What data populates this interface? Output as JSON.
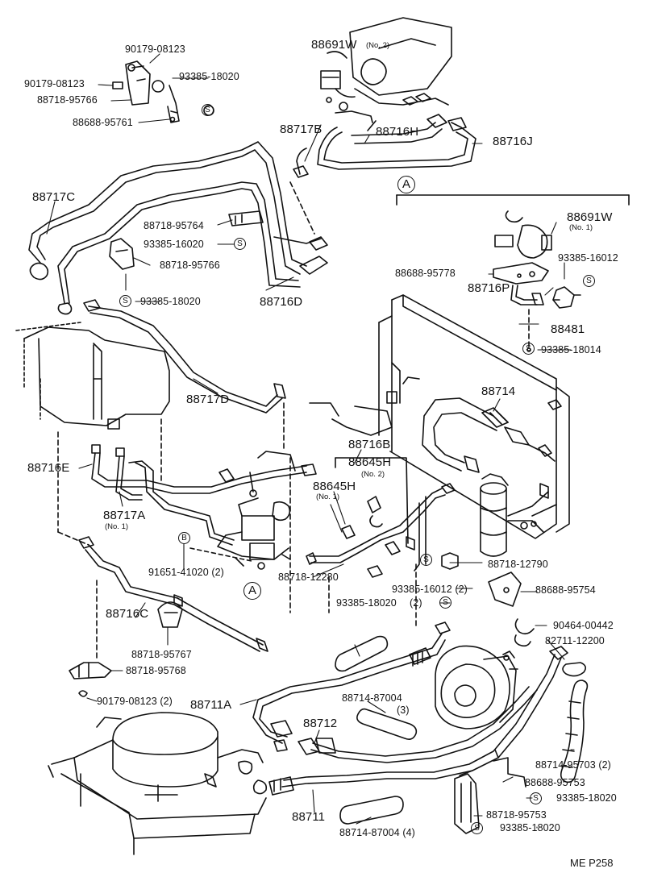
{
  "diagram": {
    "page_code": "ME  P258",
    "markers": {
      "A": "A",
      "S": "S",
      "B": "B"
    },
    "callouts": [
      {
        "label": "90179-08123"
      },
      {
        "label": "90179-08123"
      },
      {
        "label": "93385-18020"
      },
      {
        "label": "88718-95766"
      },
      {
        "label": "88688-95761"
      },
      {
        "label": "88691W",
        "note": "(No. 2)"
      },
      {
        "label": "88717B"
      },
      {
        "label": "88716H"
      },
      {
        "label": "88716J"
      },
      {
        "label": "88717C"
      },
      {
        "label": "88718-95764"
      },
      {
        "label": "93385-16020"
      },
      {
        "label": "88718-95766"
      },
      {
        "label": "93385-18020"
      },
      {
        "label": "88716D"
      },
      {
        "label": "88691W",
        "note": "(No. 1)"
      },
      {
        "label": "88688-95778"
      },
      {
        "label": "93385-16012"
      },
      {
        "label": "88716P"
      },
      {
        "label": "88481"
      },
      {
        "label": "93385-18014"
      },
      {
        "label": "88717D"
      },
      {
        "label": "88714"
      },
      {
        "label": "88716B"
      },
      {
        "label": "88645H",
        "note": "(No. 2)"
      },
      {
        "label": "88645H",
        "note": "(No. 1)"
      },
      {
        "label": "88716E"
      },
      {
        "label": "88717A",
        "note": "(No. 1)"
      },
      {
        "label": "91651-41020 (2)"
      },
      {
        "label": "88718-12280"
      },
      {
        "label": "88718-12790"
      },
      {
        "label": "93385-16012 (2)"
      },
      {
        "label": "93385-18020"
      },
      {
        "label": "(2)"
      },
      {
        "label": "88688-95754"
      },
      {
        "label": "88716C"
      },
      {
        "label": "90464-00442"
      },
      {
        "label": "82711-12200"
      },
      {
        "label": "88714-87004"
      },
      {
        "label": "88718-95767"
      },
      {
        "label": "88718-95768"
      },
      {
        "label": "88714-87004"
      },
      {
        "label": "(3)"
      },
      {
        "label": "90179-08123 (2)"
      },
      {
        "label": "88711A"
      },
      {
        "label": "88712"
      },
      {
        "label": "88714-95703 (2)"
      },
      {
        "label": "88688-95753"
      },
      {
        "label": "93385-18020"
      },
      {
        "label": "88718-95753"
      },
      {
        "label": "88711"
      },
      {
        "label": "88714-87004 (4)"
      },
      {
        "label": "93385-18020"
      }
    ]
  }
}
